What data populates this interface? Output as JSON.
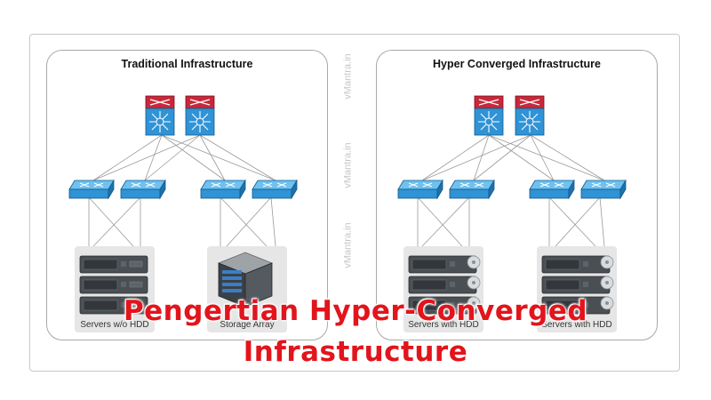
{
  "left_panel": {
    "title": "Traditional Infrastructure",
    "caption_servers": "Servers w/o HDD",
    "caption_storage": "Storage Array"
  },
  "right_panel": {
    "title": "Hyper Converged Infrastructure",
    "caption_servers_1": "Servers with HDD",
    "caption_servers_2": "Servers with HDD"
  },
  "watermark": "vMantra.in",
  "overlay": {
    "line1": "Pengertian Hyper-Converged",
    "line2": "Infrastructure"
  },
  "colors": {
    "core_switch": "#c8283a",
    "access_switch": "#2f93d6",
    "overlay_text": "#e2141c",
    "server": "#4a4f54"
  }
}
